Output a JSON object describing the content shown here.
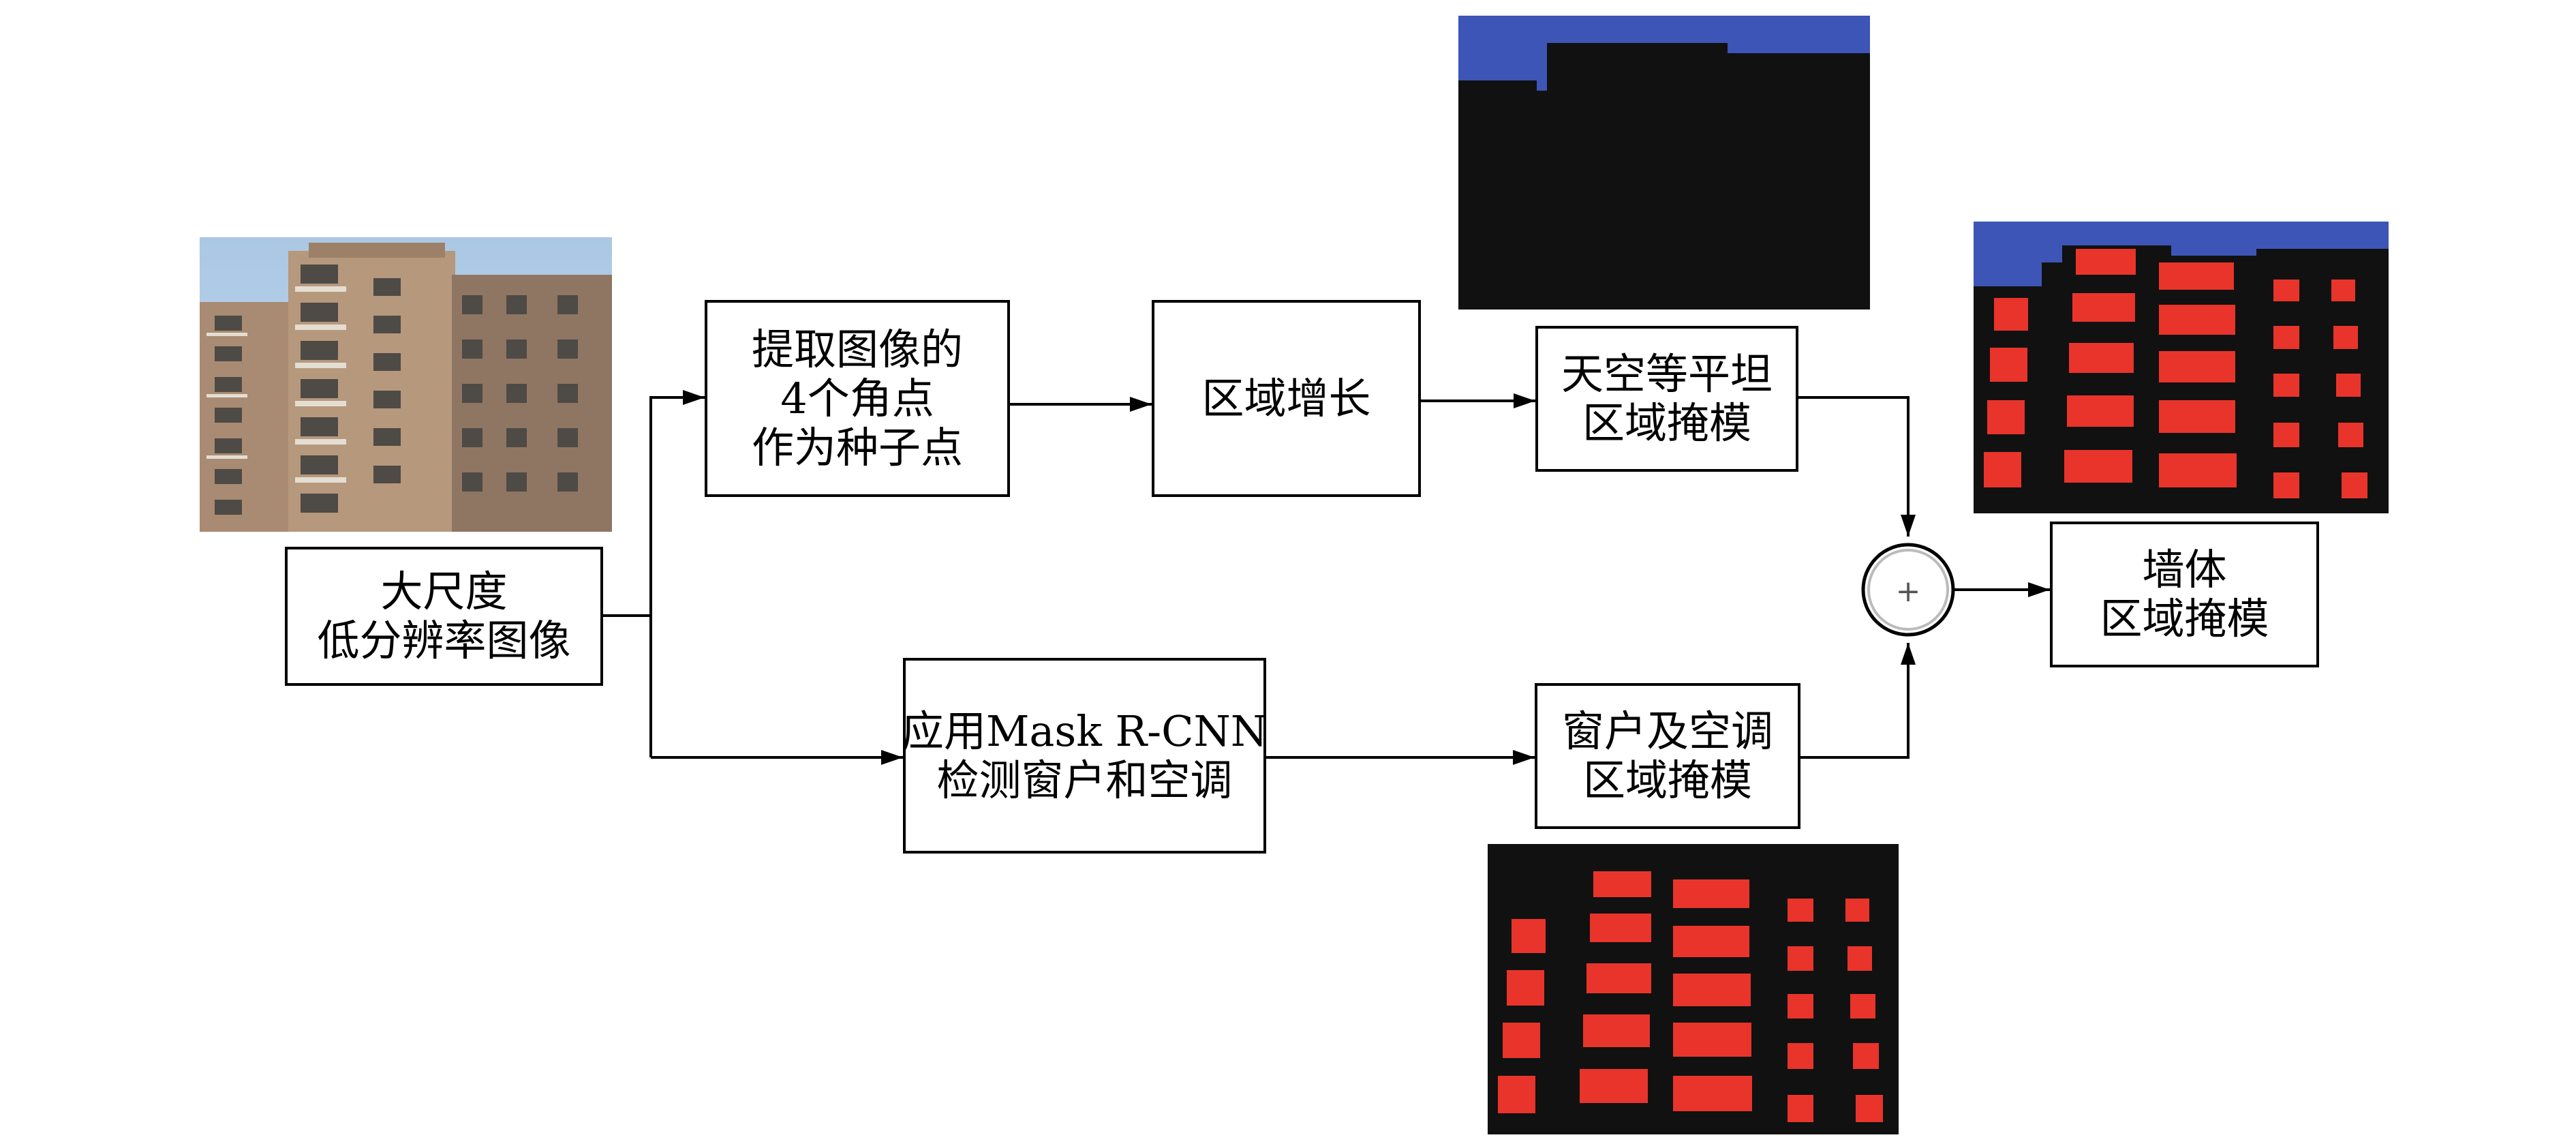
{
  "nodes": {
    "input": {
      "line1": "大尺度",
      "line2": "低分辨率图像"
    },
    "corner": {
      "line1": "提取图像的",
      "line2": "4个角点",
      "line3": "作为种子点"
    },
    "region_grow": {
      "line1": "区域增长"
    },
    "sky_mask": {
      "line1": "天空等平坦",
      "line2": "区域掩模"
    },
    "maskrcnn": {
      "line1": "应用Mask R-CNN",
      "line2": "检测窗户和空调"
    },
    "window_mask": {
      "line1": "窗户及空调",
      "line2": "区域掩模"
    },
    "wall_mask": {
      "line1": "墙体",
      "line2": "区域掩模"
    },
    "combine": {
      "symbol": "+"
    }
  },
  "colors": {
    "line": "#000000",
    "mask_bg": "#111111",
    "sky": "#3d55b7",
    "window": "#e8342b"
  }
}
